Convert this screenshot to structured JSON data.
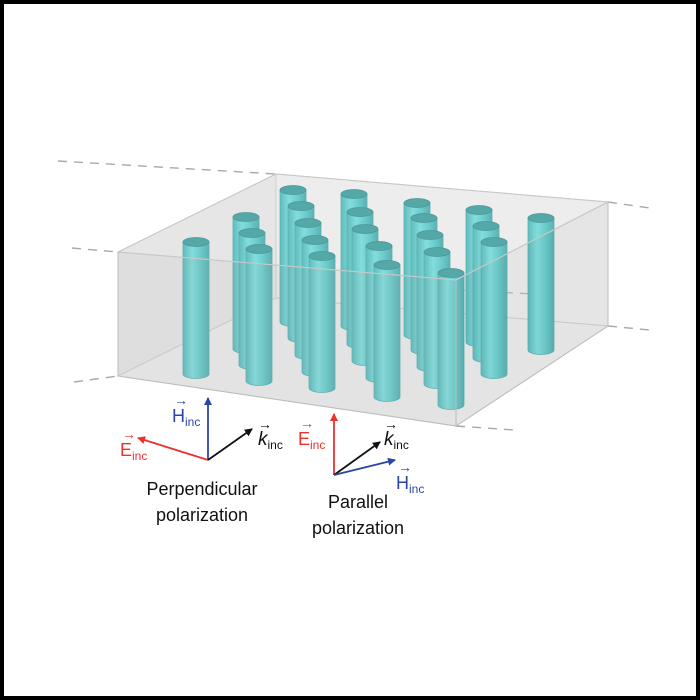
{
  "colors": {
    "pillar_body": "#3fbfbf",
    "pillar_top": "#1f8f8f",
    "pillar_edge": "#2a9a9a",
    "box_fill": "#e6e6e6",
    "box_edge": "#b9b9b9",
    "e_field": "#e8322e",
    "h_field": "#2b45a6",
    "k_vector": "#111111"
  },
  "perpendicular": {
    "h_main": "H",
    "h_sub": "inc",
    "e_main": "E",
    "e_sub": "inc",
    "k_main": "k",
    "k_sub": "inc",
    "caption_line1": "Perpendicular",
    "caption_line2": "polarization"
  },
  "parallel": {
    "e_main": "E",
    "e_sub": "inc",
    "k_main": "k",
    "k_sub": "inc",
    "h_main": "H",
    "h_sub": "inc",
    "caption_line1": "Parallel",
    "caption_line2": "polarization"
  }
}
